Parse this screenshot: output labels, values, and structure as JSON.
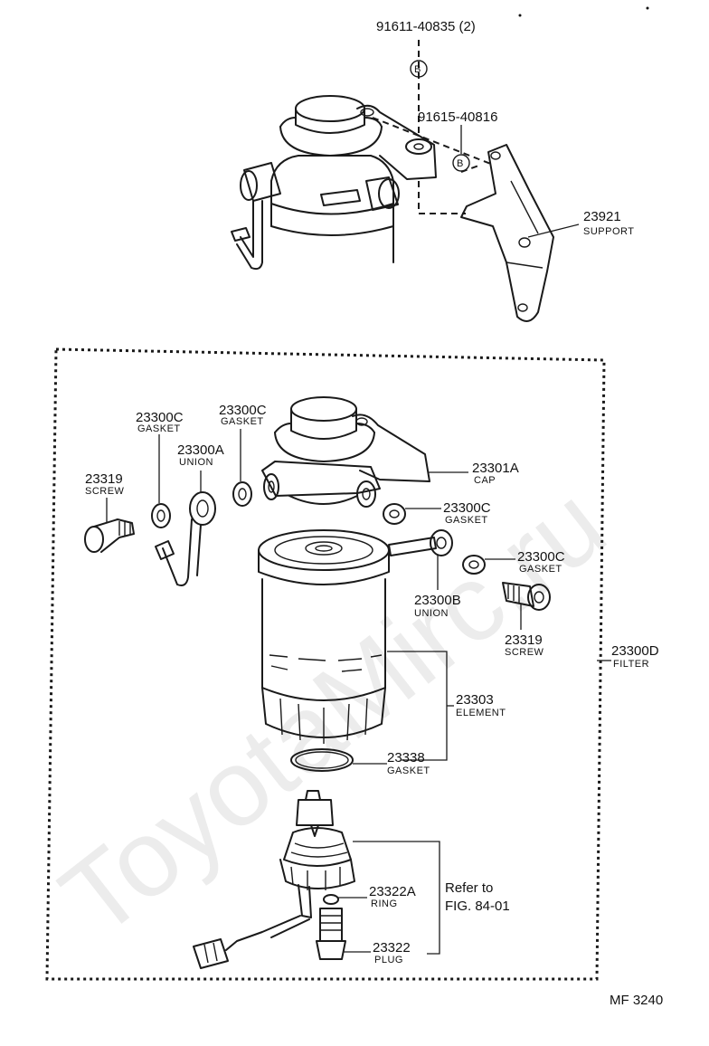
{
  "watermark": "ToyotaMirc.ru",
  "figure_code": "MF  3240",
  "refer_note": {
    "line1": "Refer to",
    "line2": "FIG. 84-01"
  },
  "parts": [
    {
      "id": "bolt_top",
      "number": "91611-40835 (2)",
      "name": ""
    },
    {
      "id": "bolt_support",
      "number": "91615-40816",
      "name": ""
    },
    {
      "id": "support",
      "number": "23921",
      "name": "SUPPORT"
    },
    {
      "id": "gasket_left",
      "number": "23300C",
      "name": "GASKET"
    },
    {
      "id": "gasket_mid",
      "number": "23300C",
      "name": "GASKET"
    },
    {
      "id": "union_a",
      "number": "23300A",
      "name": "UNION"
    },
    {
      "id": "screw_left",
      "number": "23319",
      "name": "SCREW"
    },
    {
      "id": "cap",
      "number": "23301A",
      "name": "CAP"
    },
    {
      "id": "gasket_right1",
      "number": "23300C",
      "name": "GASKET"
    },
    {
      "id": "gasket_right2",
      "number": "23300C",
      "name": "GASKET"
    },
    {
      "id": "union_b",
      "number": "23300B",
      "name": "UNION"
    },
    {
      "id": "screw_right",
      "number": "23319",
      "name": "SCREW"
    },
    {
      "id": "filter",
      "number": "23300D",
      "name": "FILTER"
    },
    {
      "id": "element",
      "number": "23303",
      "name": "ELEMENT"
    },
    {
      "id": "gasket_bottom",
      "number": "23338",
      "name": "GASKET"
    },
    {
      "id": "ring",
      "number": "23322A",
      "name": "RING"
    },
    {
      "id": "plug",
      "number": "23322",
      "name": "PLUG"
    }
  ],
  "bolt_marker": "B"
}
